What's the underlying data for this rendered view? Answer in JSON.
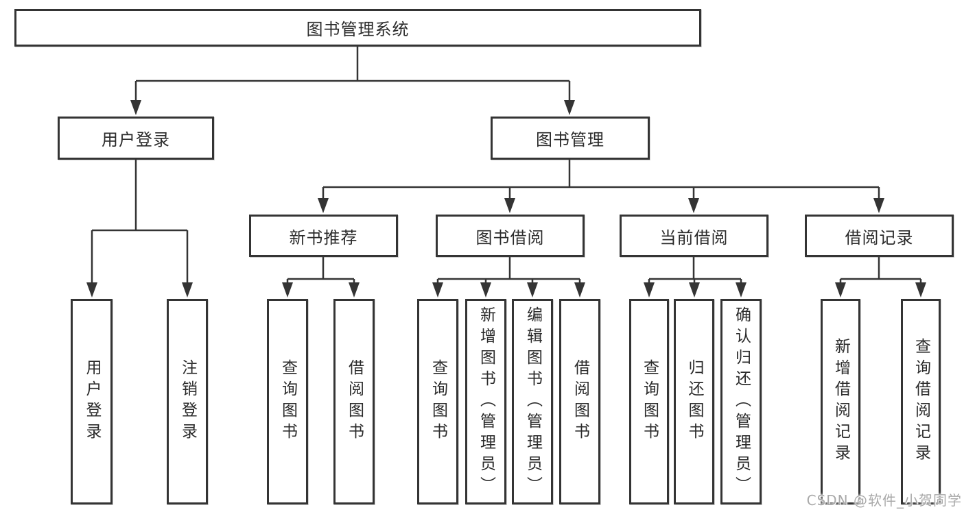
{
  "tree": {
    "label": "图书管理系统",
    "children": [
      {
        "label": "用户登录",
        "children": [
          {
            "label": "用户登录"
          },
          {
            "label": "注销登录"
          }
        ]
      },
      {
        "label": "图书管理",
        "children": [
          {
            "label": "新书推荐",
            "children": [
              {
                "label": "查询图书"
              },
              {
                "label": "借阅图书"
              }
            ]
          },
          {
            "label": "图书借阅",
            "children": [
              {
                "label": "查询图书"
              },
              {
                "label": "新增图书（管理员）"
              },
              {
                "label": "编辑图书（管理员）"
              },
              {
                "label": "借阅图书"
              }
            ]
          },
          {
            "label": "当前借阅",
            "children": [
              {
                "label": "查询图书"
              },
              {
                "label": "归还图书"
              },
              {
                "label": "确认归还（管理员）"
              }
            ]
          },
          {
            "label": "借阅记录",
            "children": [
              {
                "label": "新增借阅记录"
              },
              {
                "label": "查询借阅记录"
              }
            ]
          }
        ]
      }
    ]
  },
  "watermark": {
    "text": "CSDN @软件_小贺同学"
  },
  "colors": {
    "line": "#343434",
    "box_border": "#343434",
    "box_fill": "#ffffff",
    "text": "#2b2b2b",
    "watermark": "#a9a9a9",
    "background": "#ffffff"
  }
}
